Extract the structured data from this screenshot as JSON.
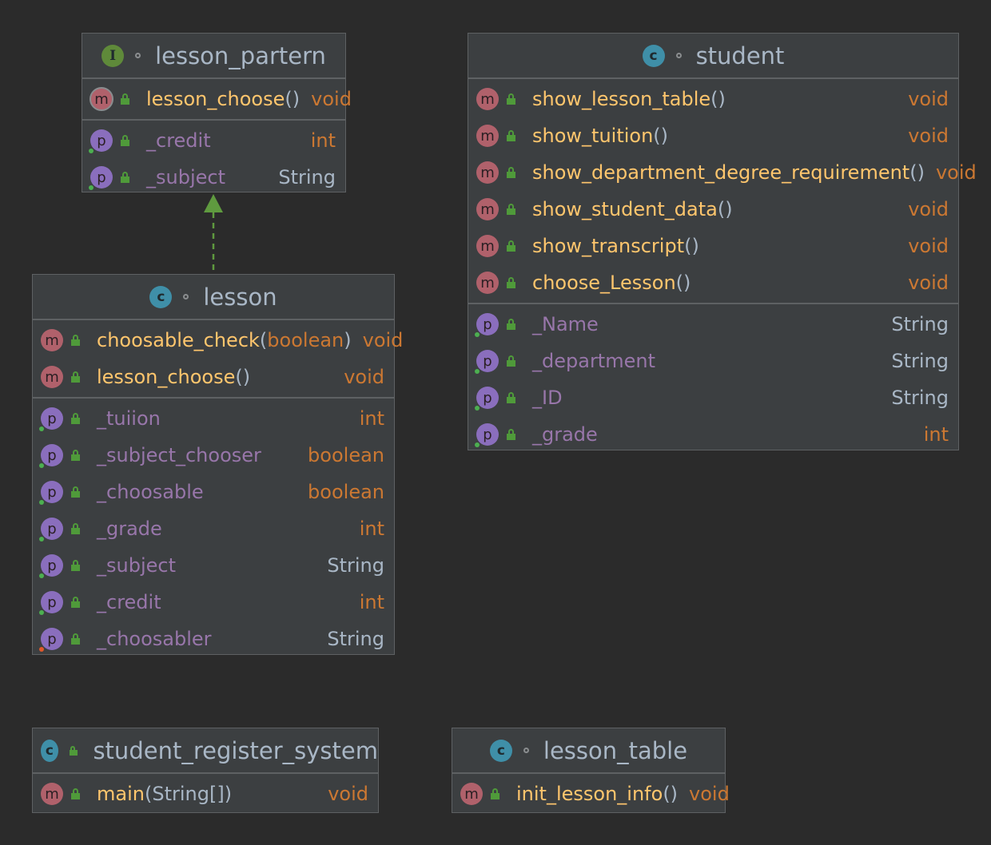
{
  "classes": {
    "lesson_partern": {
      "kind": "I",
      "title": "lesson_partern",
      "methods": [
        {
          "name": "lesson_choose",
          "params": "",
          "paren_open": "(",
          "paren_close": ")",
          "type": "void"
        }
      ],
      "fields": [
        {
          "name": "_credit",
          "type": "int"
        },
        {
          "name": "_subject",
          "type": "String"
        }
      ]
    },
    "student": {
      "kind": "c",
      "title": "student",
      "methods": [
        {
          "name": "show_lesson_table",
          "paren": "()",
          "type": "void"
        },
        {
          "name": "show_tuition",
          "paren": "()",
          "type": "void"
        },
        {
          "name": "show_department_degree_requirement",
          "paren": "()",
          "type": "void"
        },
        {
          "name": "show_student_data",
          "paren": "()",
          "type": "void"
        },
        {
          "name": "show_transcript",
          "paren": "()",
          "type": "void"
        },
        {
          "name": "choose_Lesson",
          "paren": "()",
          "type": "void"
        }
      ],
      "fields": [
        {
          "name": "_Name",
          "type": "String"
        },
        {
          "name": "_department",
          "type": "String"
        },
        {
          "name": "_ID",
          "type": "String"
        },
        {
          "name": "_grade",
          "type": "int"
        }
      ]
    },
    "lesson": {
      "kind": "c",
      "title": "lesson",
      "methods": [
        {
          "name": "choosable_check",
          "paren_open": "(",
          "params": "boolean",
          "paren_close": ")",
          "type": "void"
        },
        {
          "name": "lesson_choose",
          "paren": "()",
          "type": "void"
        }
      ],
      "fields": [
        {
          "name": "_tuiion",
          "type": "int"
        },
        {
          "name": "_subject_chooser",
          "type": "boolean"
        },
        {
          "name": "_choosable",
          "type": "boolean"
        },
        {
          "name": "_grade",
          "type": "int"
        },
        {
          "name": "_subject",
          "type": "String"
        },
        {
          "name": "_credit",
          "type": "int"
        },
        {
          "name": "_choosabler",
          "type": "String"
        }
      ]
    },
    "student_register_system": {
      "kind": "c",
      "title": "student_register_system",
      "methods": [
        {
          "name": "main",
          "paren_open": "(",
          "params": "String[]",
          "paren_close": ")",
          "type": "void"
        }
      ]
    },
    "lesson_table": {
      "kind": "c",
      "title": "lesson_table",
      "methods": [
        {
          "name": "init_lesson_info",
          "paren": "()",
          "type": "void"
        }
      ]
    }
  },
  "icons": {
    "method": "m",
    "property": "p"
  },
  "colors": {
    "background": "#2b2b2b",
    "panel": "#3c3f41",
    "method_name": "#ffc66d",
    "field_name": "#9876aa",
    "keyword_type": "#cc7832",
    "text": "#a9b7c6",
    "arrow": "#5f9a3f"
  }
}
